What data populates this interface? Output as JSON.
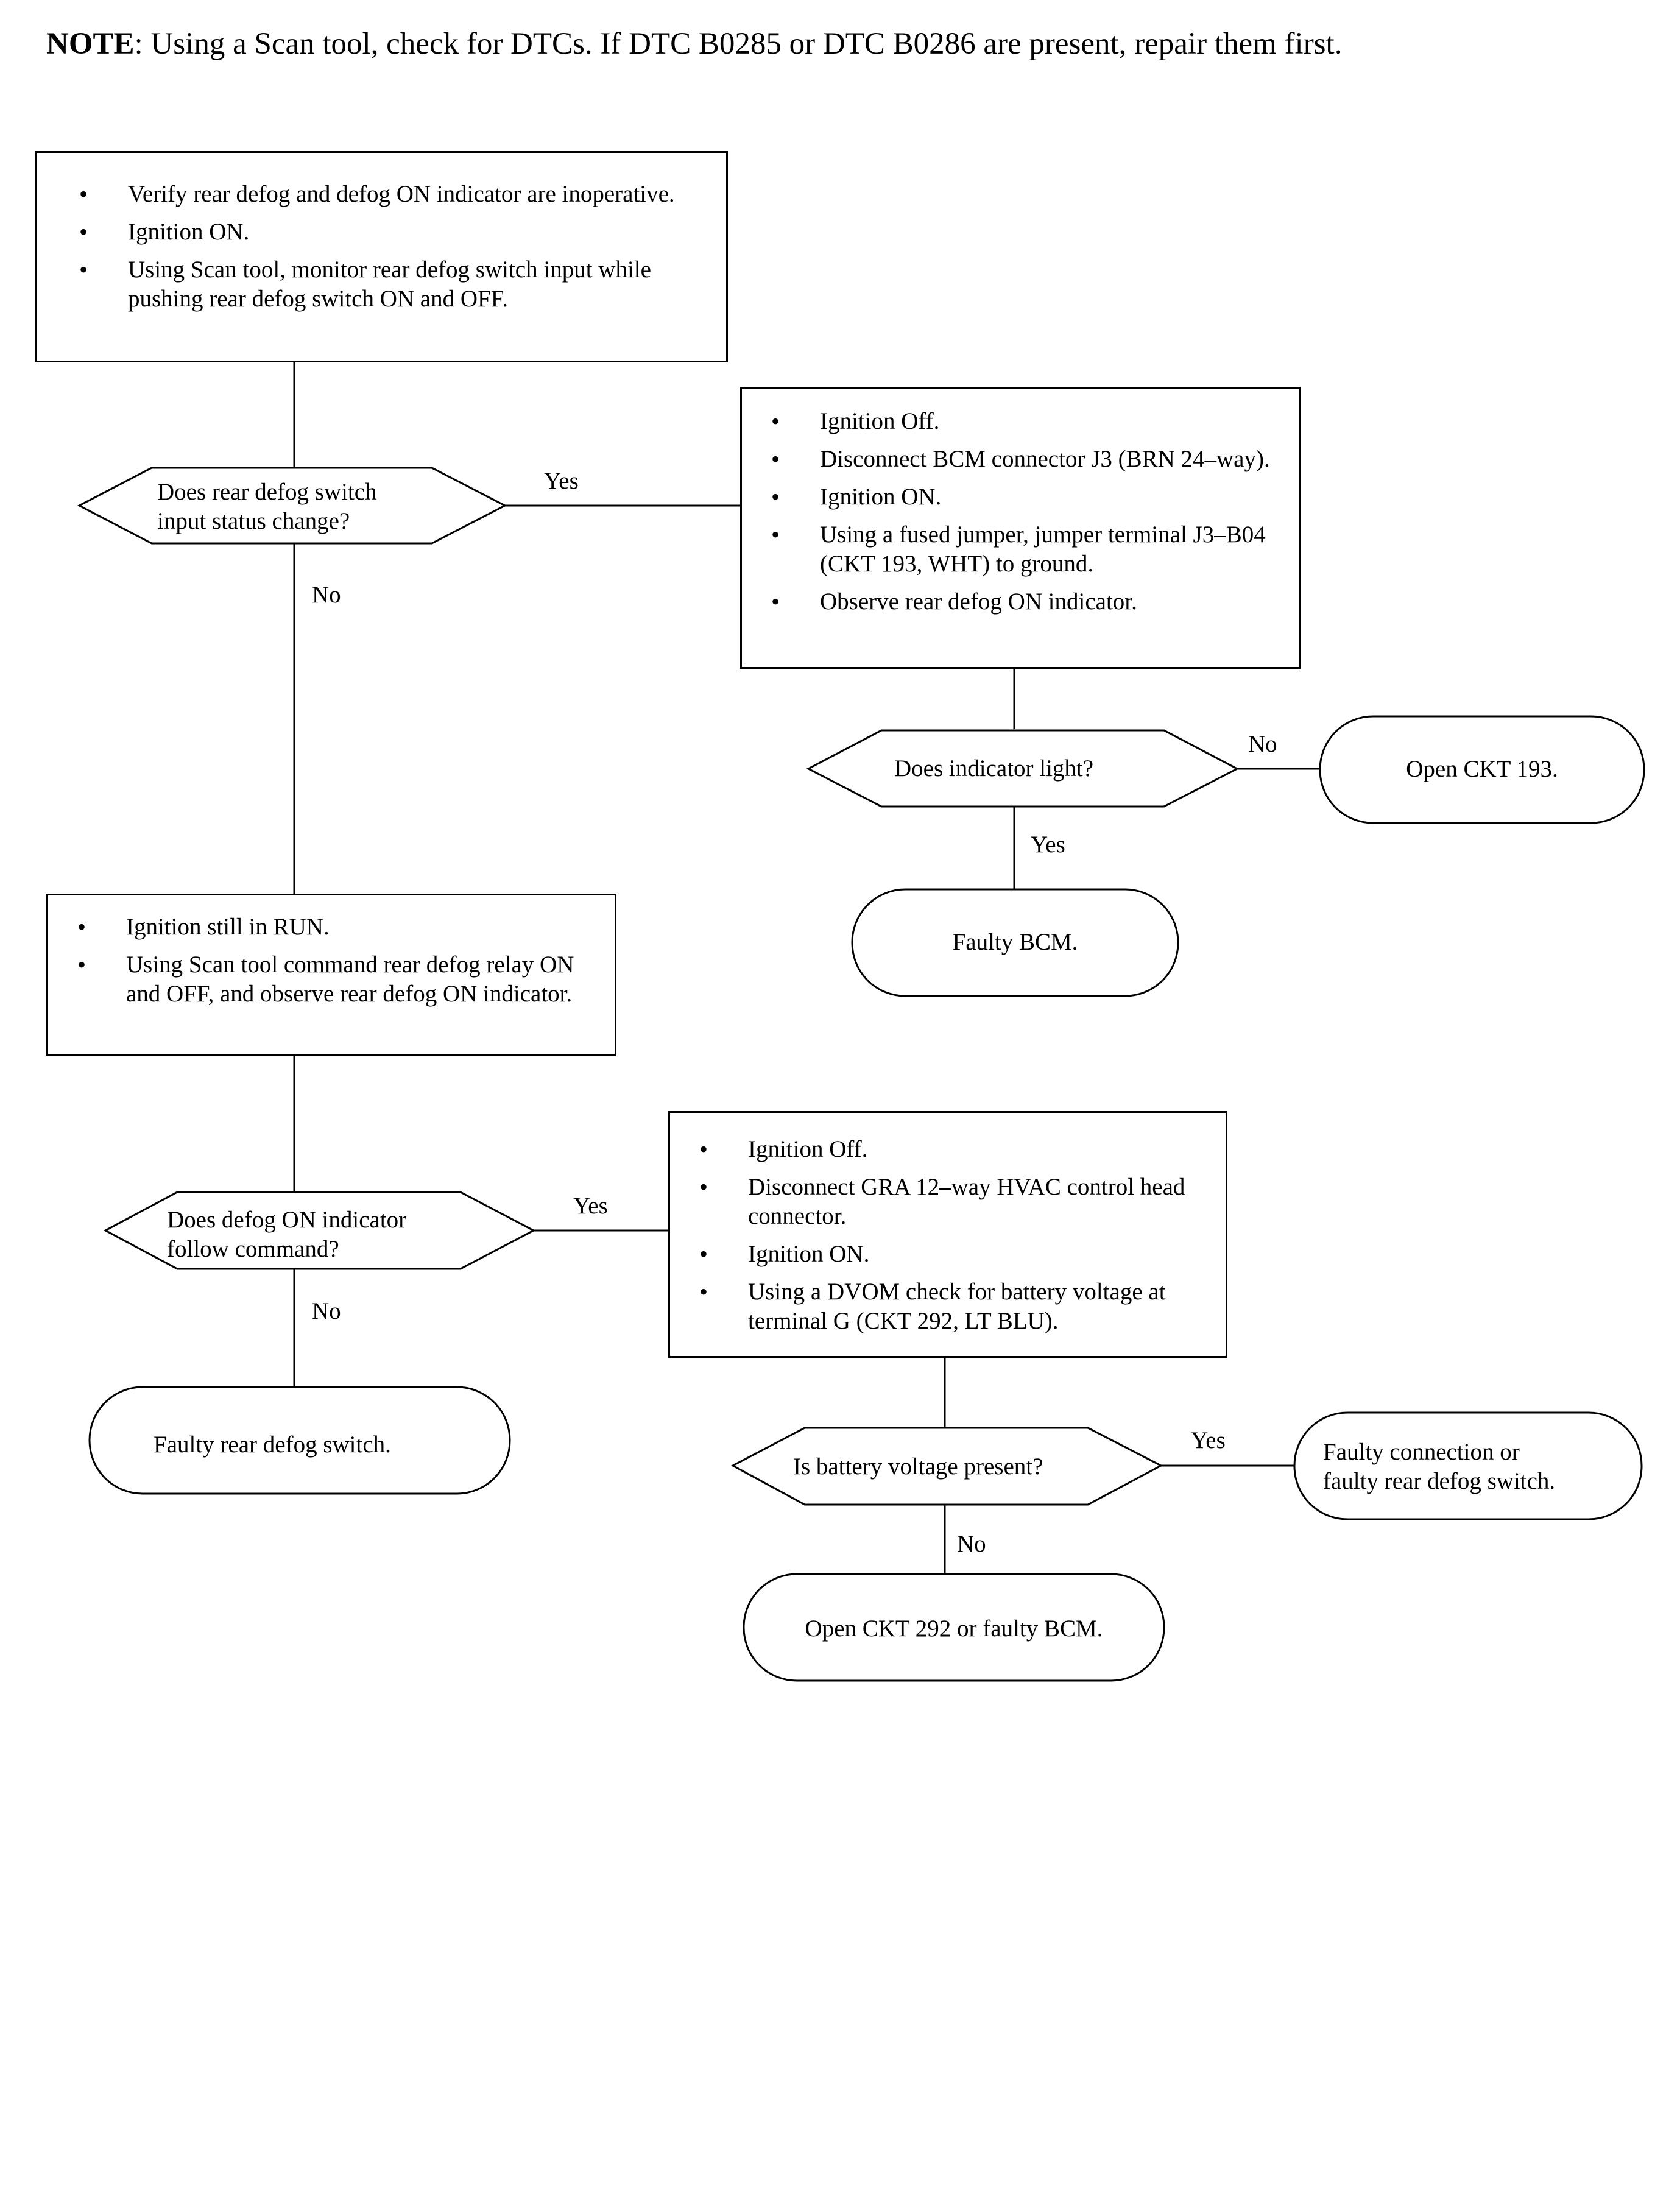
{
  "note": {
    "label": "NOTE",
    "text": ":  Using a Scan tool, check for DTCs. If DTC B0285 or DTC B0286 are present, repair them first."
  },
  "steps": {
    "step1": [
      "Verify rear defog and defog ON indicator are inoperative.",
      "Ignition ON.",
      "Using Scan tool, monitor rear defog switch  input while pushing rear defog switch ON and OFF."
    ],
    "step2": [
      "Ignition Off.",
      "Disconnect BCM connector J3 (BRN 24–way).",
      "Ignition ON.",
      "Using a fused jumper, jumper terminal J3–B04 (CKT 193, WHT) to ground.",
      "Observe rear defog ON indicator."
    ],
    "step3": [
      "Ignition still in RUN.",
      "Using Scan tool command rear defog relay ON and OFF, and observe rear defog ON indicator."
    ],
    "step4": [
      "Ignition Off.",
      "Disconnect GRA 12–way HVAC control head connector.",
      "Ignition ON.",
      "Using a DVOM check for battery voltage at terminal G (CKT 292, LT BLU)."
    ]
  },
  "decisions": {
    "d1": [
      "Does rear defog switch",
      "input status change?"
    ],
    "d2": [
      "Does indicator light?"
    ],
    "d3": [
      "Does defog ON indicator",
      "follow command?"
    ],
    "d4": [
      "Is battery voltage present?"
    ]
  },
  "results": {
    "r1": [
      "Open CKT 193."
    ],
    "r2": [
      "Faulty BCM."
    ],
    "r3": [
      "Faulty rear defog switch."
    ],
    "r4": [
      "Faulty connection or",
      "faulty rear defog switch."
    ],
    "r5": [
      "Open CKT 292 or faulty BCM."
    ]
  },
  "labels": {
    "d1_yes": "Yes",
    "d1_no": "No",
    "d2_no": "No",
    "d2_yes": "Yes",
    "d3_yes": "Yes",
    "d3_no": "No",
    "d4_yes": "Yes",
    "d4_no": "No"
  }
}
